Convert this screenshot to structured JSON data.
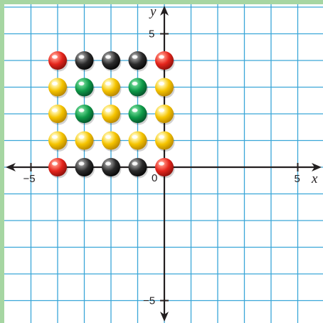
{
  "colors": {
    "frame": "#a6d6a2",
    "grid": "#3aa6d8",
    "axis": "#231f20",
    "red": "#e5251c",
    "yellow": "#f5c400",
    "green": "#0e9a48",
    "black": "#2b2b2b"
  },
  "axes": {
    "x_name": "x",
    "y_name": "y",
    "origin_label": "0",
    "x_range": [
      -6,
      6
    ],
    "y_range": [
      -6,
      6
    ],
    "x_tick_labels": [
      {
        "value": -5,
        "text": "−5"
      },
      {
        "value": 5,
        "text": "5"
      }
    ],
    "y_tick_labels": [
      {
        "value": 5,
        "text": "5"
      },
      {
        "value": -5,
        "text": "−5"
      }
    ]
  },
  "points": [
    {
      "x": -4,
      "y": 4,
      "color": "red"
    },
    {
      "x": -3,
      "y": 4,
      "color": "black"
    },
    {
      "x": -2,
      "y": 4,
      "color": "black"
    },
    {
      "x": -1,
      "y": 4,
      "color": "black"
    },
    {
      "x": 0,
      "y": 4,
      "color": "red"
    },
    {
      "x": -4,
      "y": 3,
      "color": "yellow"
    },
    {
      "x": -3,
      "y": 3,
      "color": "green"
    },
    {
      "x": -2,
      "y": 3,
      "color": "yellow"
    },
    {
      "x": -1,
      "y": 3,
      "color": "green"
    },
    {
      "x": 0,
      "y": 3,
      "color": "yellow"
    },
    {
      "x": -4,
      "y": 2,
      "color": "yellow"
    },
    {
      "x": -3,
      "y": 2,
      "color": "green"
    },
    {
      "x": -2,
      "y": 2,
      "color": "yellow"
    },
    {
      "x": -1,
      "y": 2,
      "color": "green"
    },
    {
      "x": 0,
      "y": 2,
      "color": "yellow"
    },
    {
      "x": -4,
      "y": 1,
      "color": "yellow"
    },
    {
      "x": -3,
      "y": 1,
      "color": "yellow"
    },
    {
      "x": -2,
      "y": 1,
      "color": "yellow"
    },
    {
      "x": -1,
      "y": 1,
      "color": "yellow"
    },
    {
      "x": 0,
      "y": 1,
      "color": "yellow"
    },
    {
      "x": -4,
      "y": 0,
      "color": "red"
    },
    {
      "x": -3,
      "y": 0,
      "color": "black"
    },
    {
      "x": -2,
      "y": 0,
      "color": "black"
    },
    {
      "x": -1,
      "y": 0,
      "color": "black"
    },
    {
      "x": 0,
      "y": 0,
      "color": "red"
    }
  ]
}
